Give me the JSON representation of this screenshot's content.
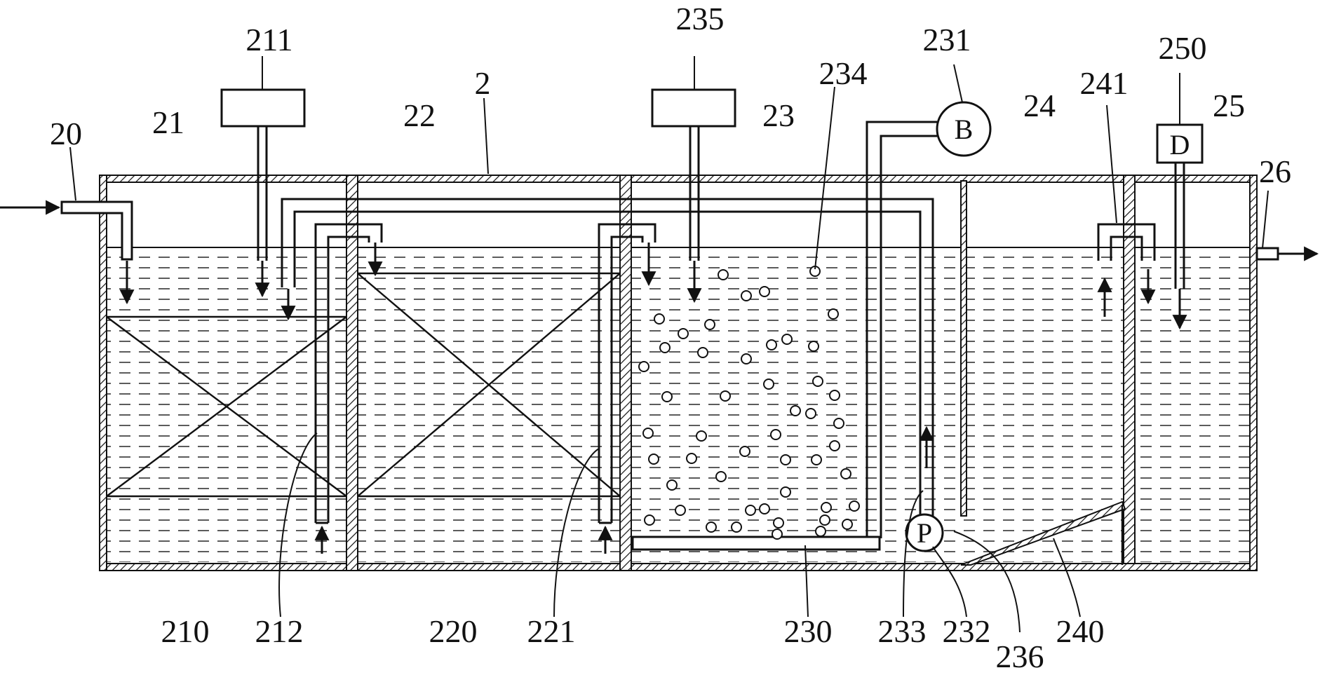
{
  "labels": {
    "inlet": "20",
    "tank_21": "21",
    "dosing_211": "211",
    "system": "2",
    "tank_22": "22",
    "dosing_235": "235",
    "tank_23": "23",
    "bubbles_234": "234",
    "blower_231": "231",
    "tank_24": "24",
    "pipe_241": "241",
    "dosing_250": "250",
    "tank_25": "25",
    "outlet": "26",
    "media_210": "210",
    "pipe_212": "212",
    "media_220": "220",
    "pipe_221": "221",
    "diffuser_230": "230",
    "pipe_233": "233",
    "pump_232": "232",
    "label_236": "236",
    "plate_240": "240"
  },
  "boxes": {
    "blower": "B",
    "pump": "P",
    "dosing_d": "D"
  },
  "colors": {
    "line": "#111111",
    "background": "#ffffff"
  }
}
